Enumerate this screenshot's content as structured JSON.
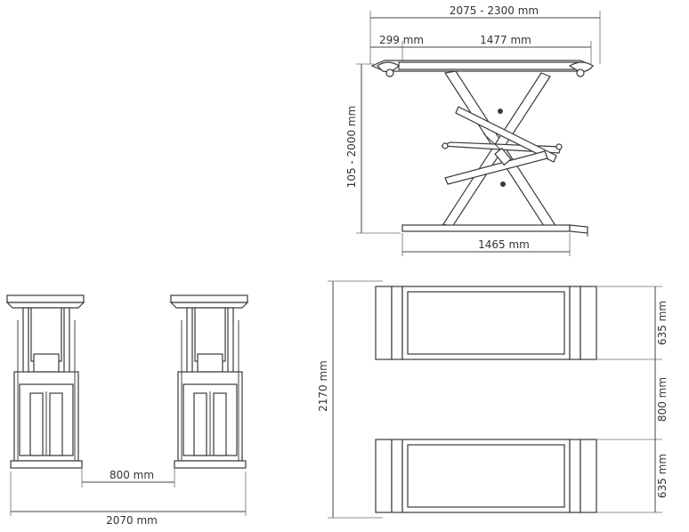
{
  "side_view": {
    "overall_length": "2075 - 2300 mm",
    "ramp_extension": "299 mm",
    "platform_length": "1477 mm",
    "lift_height": "105 - 2000 mm",
    "base_length": "1465 mm"
  },
  "front_view": {
    "inner_gap": "800 mm",
    "overall_width": "2070 mm"
  },
  "top_view": {
    "overall_length": "2170 mm",
    "platform_width_top": "635 mm",
    "gap_between_platforms": "800 mm",
    "platform_width_bottom": "635 mm"
  },
  "colors": {
    "line": "#444444",
    "text": "#333333"
  }
}
